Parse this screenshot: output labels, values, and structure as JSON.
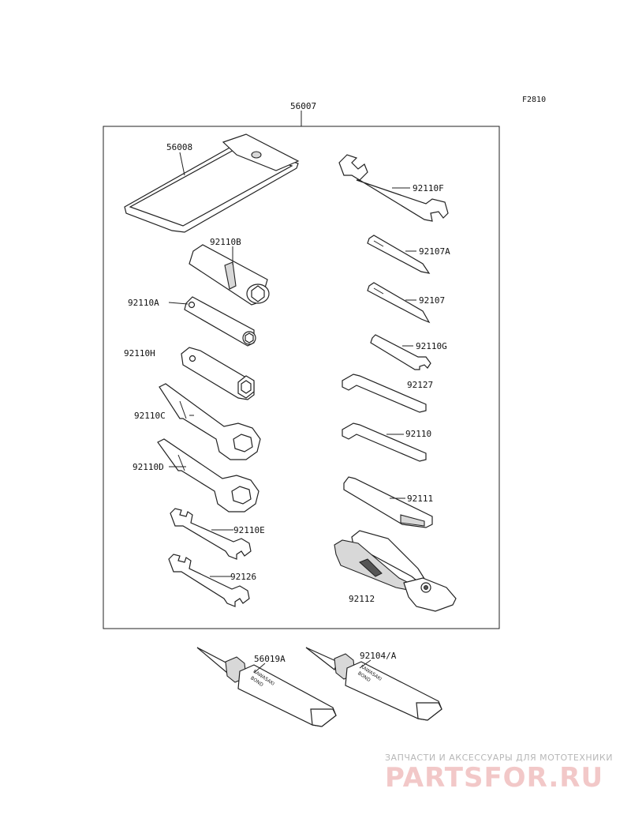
{
  "diagram_code": "F2810",
  "kit": {
    "part_no": "56007"
  },
  "parts": {
    "p56008": "56008",
    "p92110F": "92110F",
    "p92110B": "92110B",
    "p92107A": "92107A",
    "p92110A": "92110A",
    "p92107": "92107",
    "p92110H": "92110H",
    "p92110G": "92110G",
    "p92127": "92127",
    "p92110C": "92110C",
    "p92110": "92110",
    "p92110D": "92110D",
    "p92111": "92111",
    "p92110E": "92110E",
    "p92126": "92126",
    "p92112": "92112",
    "p56019A": "56019A",
    "p92104A": "92104/A"
  },
  "tube_label": {
    "brand": "KAWASAKI",
    "product": "BOND"
  },
  "watermark": {
    "tagline": "ЗАПЧАСТИ И АКСЕССУАРЫ ДЛЯ МОТОТЕХНИКИ",
    "brand": "PARTSFOR.RU"
  }
}
